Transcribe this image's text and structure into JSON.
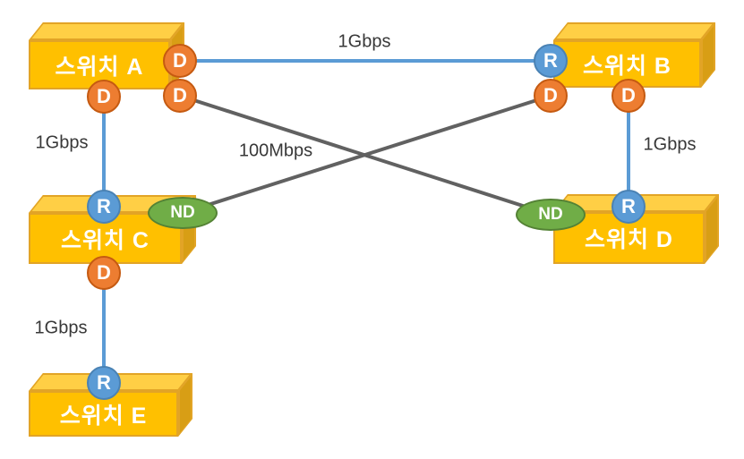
{
  "colors": {
    "background": "#FFFFFF",
    "box_front": "#FFC000",
    "box_top": "#FFCF45",
    "box_side": "#D89E15",
    "box_border": "#E2A426",
    "designated_port": "#ED7D31",
    "designated_port_border": "#C55A11",
    "root_port": "#5B9BD5",
    "root_port_border": "#4A82B4",
    "nondesignated_port": "#70AD47",
    "nondesignated_port_border": "#548235",
    "link_active": "#5B9BD5",
    "link_blocked": "#616161",
    "label_text": "#383838",
    "port_text": "#FFFFFF"
  },
  "nodes": [
    {
      "id": "switch-a",
      "label": "스위치 A"
    },
    {
      "id": "switch-b",
      "label": "스위치 B"
    },
    {
      "id": "switch-c",
      "label": "스위치 C"
    },
    {
      "id": "switch-d",
      "label": "스위치 D"
    },
    {
      "id": "switch-e",
      "label": "스위치 E"
    }
  ],
  "ports": [
    {
      "node": "switch-a",
      "role": "designated",
      "label": "D"
    },
    {
      "node": "switch-a",
      "role": "designated",
      "label": "D"
    },
    {
      "node": "switch-a",
      "role": "designated",
      "label": "D"
    },
    {
      "node": "switch-b",
      "role": "root",
      "label": "R"
    },
    {
      "node": "switch-b",
      "role": "designated",
      "label": "D"
    },
    {
      "node": "switch-b",
      "role": "designated",
      "label": "D"
    },
    {
      "node": "switch-c",
      "role": "root",
      "label": "R"
    },
    {
      "node": "switch-c",
      "role": "non-designated",
      "label": "ND"
    },
    {
      "node": "switch-c",
      "role": "designated",
      "label": "D"
    },
    {
      "node": "switch-d",
      "role": "root",
      "label": "R"
    },
    {
      "node": "switch-d",
      "role": "non-designated",
      "label": "ND"
    },
    {
      "node": "switch-e",
      "role": "root",
      "label": "R"
    }
  ],
  "links": [
    {
      "from": "switch-a",
      "to": "switch-b",
      "label": "1Gbps",
      "style": "active"
    },
    {
      "from": "switch-a",
      "to": "switch-c",
      "label": "1Gbps",
      "style": "active"
    },
    {
      "from": "switch-b",
      "to": "switch-d",
      "label": "1Gbps",
      "style": "active"
    },
    {
      "from": "switch-c",
      "to": "switch-e",
      "label": "1Gbps",
      "style": "active"
    },
    {
      "from": "switch-a",
      "to": "switch-d",
      "label": "100Mbps",
      "style": "blocked"
    },
    {
      "from": "switch-b",
      "to": "switch-c",
      "label": "",
      "style": "blocked"
    }
  ]
}
